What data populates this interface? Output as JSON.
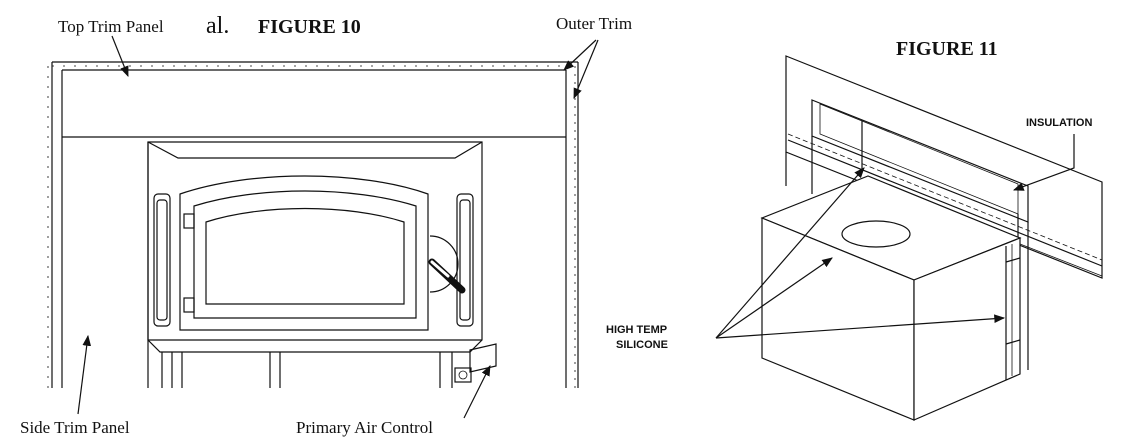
{
  "figure10": {
    "fragment": "al.",
    "title": "FIGURE 10",
    "labels": {
      "top_trim_panel": "Top Trim Panel",
      "outer_trim": "Outer Trim",
      "side_trim_panel": "Side Trim Panel",
      "primary_air_control": "Primary Air Control"
    }
  },
  "figure11": {
    "title": "FIGURE 11",
    "labels": {
      "insulation": "INSULATION",
      "high_temp_line1": "HIGH TEMP",
      "high_temp_line2": "SILICONE"
    }
  }
}
